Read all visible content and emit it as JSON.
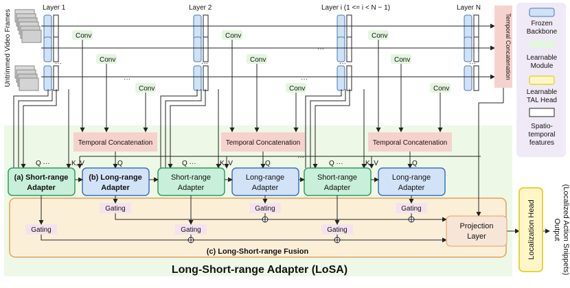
{
  "colors": {
    "frozen": "#cfe2f6",
    "frozen_border": "#4a78b5",
    "learnable": "#e4f5df",
    "learnable_head_fill": "#fff6c8",
    "learnable_head_border": "#e8d23a",
    "spatio_fill": "#ffffff",
    "fusion_fill": "#fcefd8",
    "fusion_border": "#e0a15a",
    "adapter_green": "#c8efd9",
    "adapter_green_border": "#2f9a5e",
    "adapter_blue": "#d2e3f8",
    "adapter_blue_border": "#3c6fc0",
    "pink": "#f6d2cd",
    "gating": "#f4e3ee",
    "legend_bg": "#efeaf6",
    "outer_green": "#eef8e6"
  },
  "input_label": "Untrimmed Video Frames",
  "layers": {
    "l1": "Layer 1",
    "l2": "Layer 2",
    "li": "Layer i (1 <= i < N − 1)",
    "ln": "Layer N"
  },
  "conv_label": "Conv",
  "ellipsis": "···",
  "temporal_concat": "Temporal Concatenation",
  "q": "Q",
  "kv": "K, V",
  "q_ellipsis": "Q  ···",
  "adapters": {
    "short_a_1": "(a) Short-range",
    "short_a_2": "Adapter",
    "long_b_1": "(b) Long-range",
    "long_b_2": "Adapter",
    "short_1": "Short-range",
    "short_2": "Adapter",
    "long_1": "Long-range",
    "long_2": "Adapter"
  },
  "gating": "Gating",
  "fusion_label": "(c) Long-Short-range Fusion",
  "projection_1": "Projection",
  "projection_2": "Layer",
  "loc_head": "Localization Head",
  "output_1": "Output",
  "output_2": "(Localized Action Snippets)",
  "title": "Long-Short-range Adapter (LoSA)",
  "legend": {
    "frozen_1": "Frozen",
    "frozen_2": "Backbone",
    "learn_1": "Learnable",
    "learn_2": "Module",
    "head_1": "Learnable",
    "head_2": "TAL Head",
    "spatio_1": "Spatio-",
    "spatio_2": "temporal",
    "spatio_3": "features"
  }
}
